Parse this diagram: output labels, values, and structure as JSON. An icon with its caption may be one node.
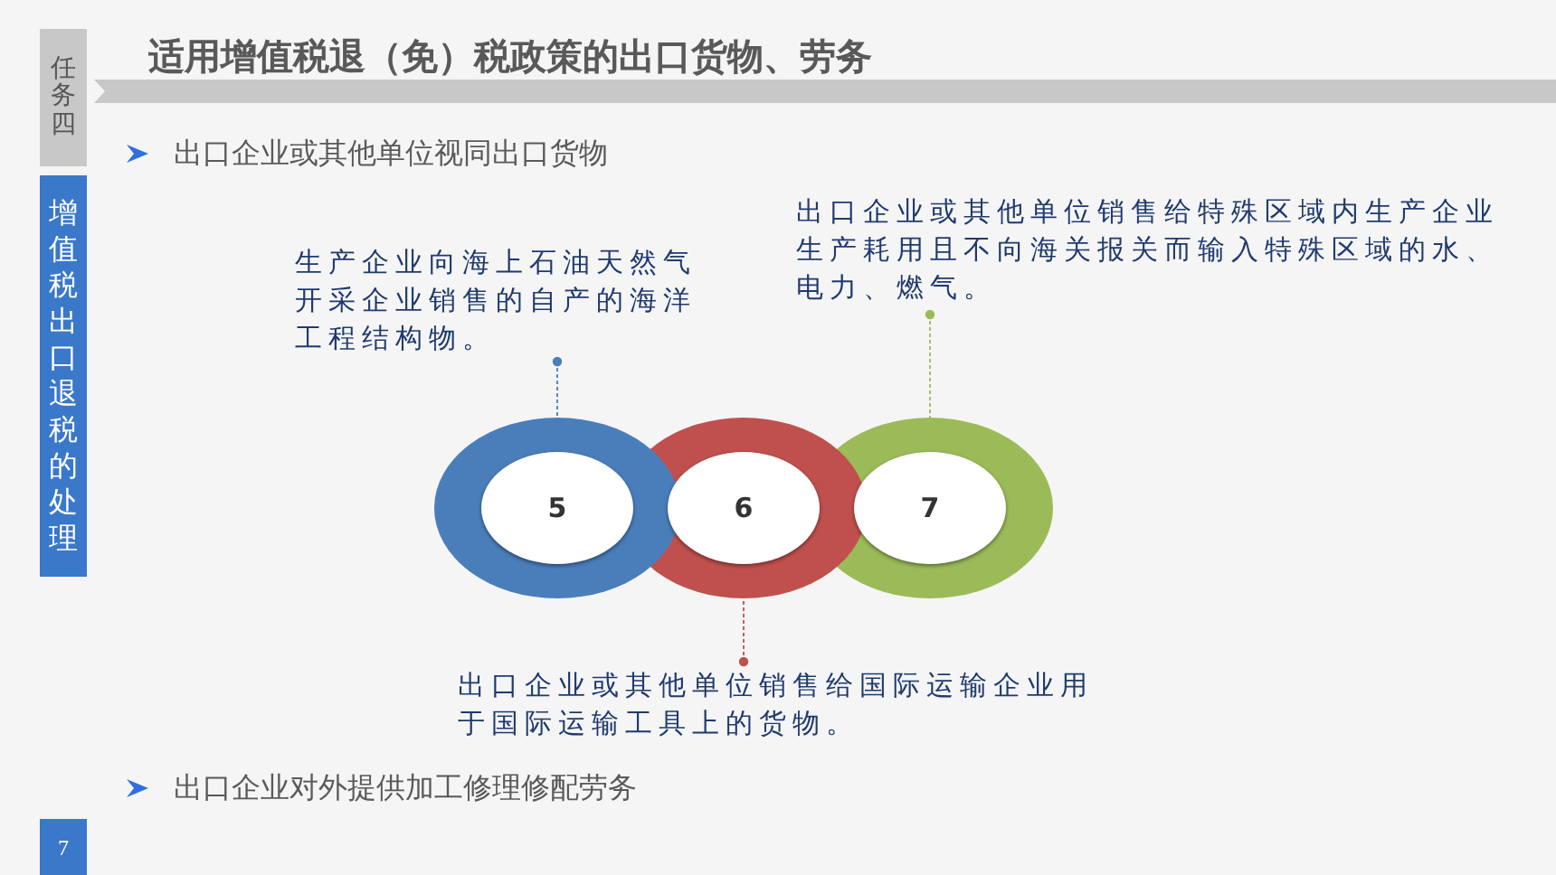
{
  "diagram": {
    "title": "适用增值税退（免）税政策的出口货物、劳务",
    "nodes": [
      {
        "text": [
          "生产企业向海上石油天然气开采企业销售的自产的海洋工程结构物。"
        ]
      },
      {
        "text": [
          "出口企业或其他单位销售给特殊区域内生产企业生产耗用且不向海关报关而输入特殊区域的水、电力、燃气。"
        ]
      },
      {
        "text": [
          "5"
        ]
      },
      {
        "text": [
          "6"
        ]
      },
      {
        "text": [
          "7"
        ]
      },
      {
        "text": [
          "出口企业或其他单位销售给国际运输企业用于国际运输工具上的货物。"
        ]
      }
    ],
    "edges": [
      {
        "from": 0,
        "to": 2,
        "arrow": "other",
        "style": "dashed",
        "color": "#4a7ebb"
      },
      {
        "from": 1,
        "to": 4,
        "arrow": "other",
        "style": "dashed",
        "color": "#9bbb59"
      },
      {
        "from": 5,
        "to": 3,
        "arrow": "other",
        "style": "dashed",
        "color": "#c0504d"
      }
    ],
    "labels": [
      "任务四",
      "增值税出口退税的处理",
      "出口企业或其他单位视同出口货物",
      "出口企业对外提供加工修理修配劳务",
      "7"
    ]
  }
}
